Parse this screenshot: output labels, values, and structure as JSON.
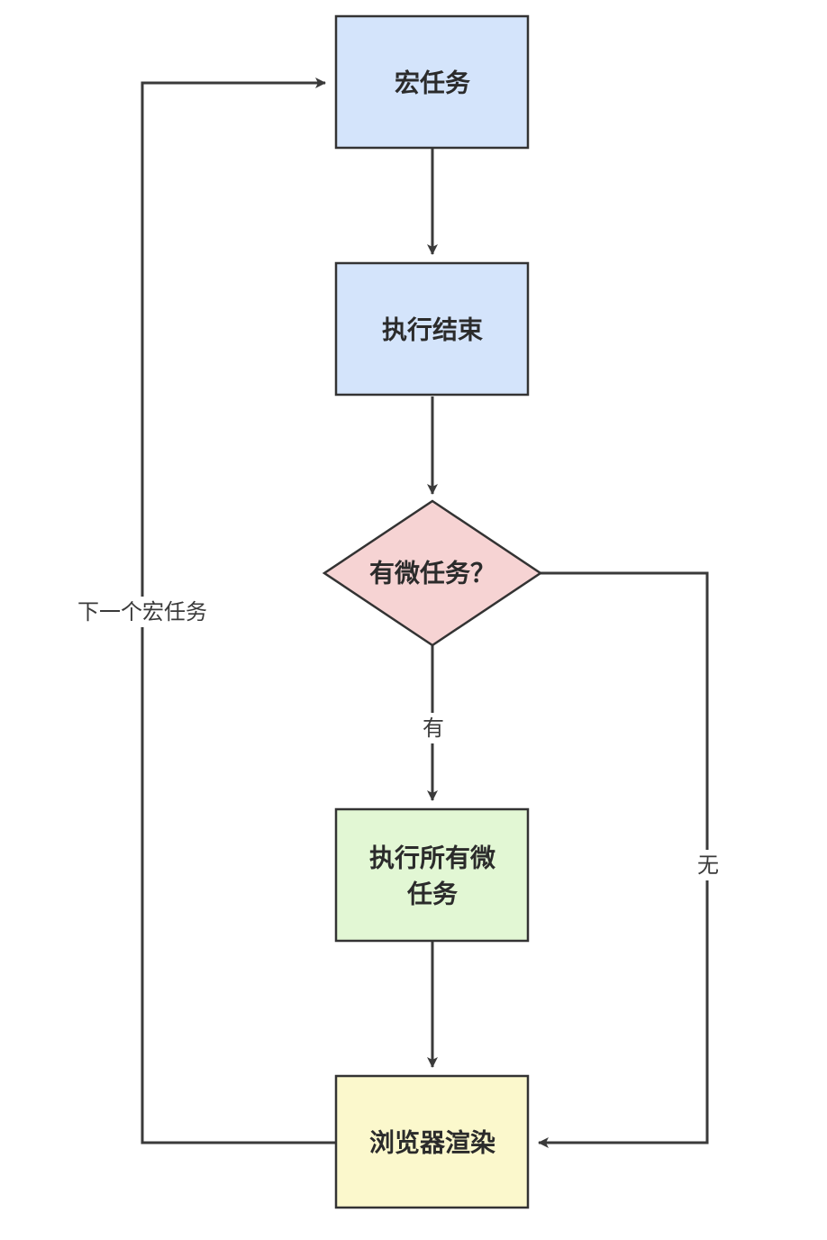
{
  "nodes": {
    "macro_task": {
      "label": "宏任务",
      "fill": "#d4e4fb"
    },
    "exec_end": {
      "label": "执行结束",
      "fill": "#d4e4fb"
    },
    "has_micro": {
      "label": "有微任务？",
      "fill": "#f6d3d3"
    },
    "exec_micro": {
      "lines": [
        "执行所有微",
        "任务"
      ],
      "fill": "#e2f7d4"
    },
    "render": {
      "label": "浏览器渲染",
      "fill": "#fbf8cc"
    }
  },
  "edges": {
    "yes_label": "有",
    "no_label": "无",
    "next_label": "下一个宏任务"
  },
  "colors": {
    "stroke": "#333333",
    "edge": "#3a3a3a",
    "label_bg": "#ffffff"
  }
}
